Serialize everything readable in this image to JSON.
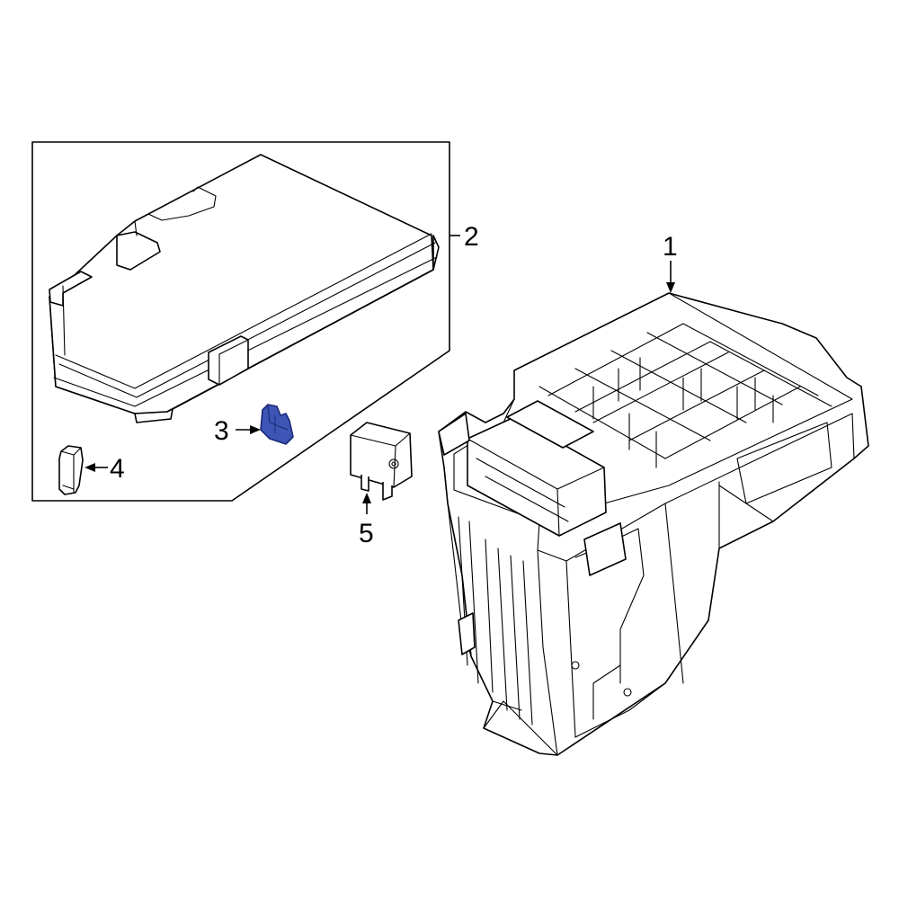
{
  "colors": {
    "line": "#000000",
    "background": "#ffffff",
    "highlight_part": "#3f55b5",
    "highlight_stroke": "#1b2a78"
  },
  "callouts": {
    "item1": "1",
    "item2": "2",
    "item3": "3",
    "item4": "4",
    "item5": "5"
  },
  "highlighted_item": "3"
}
